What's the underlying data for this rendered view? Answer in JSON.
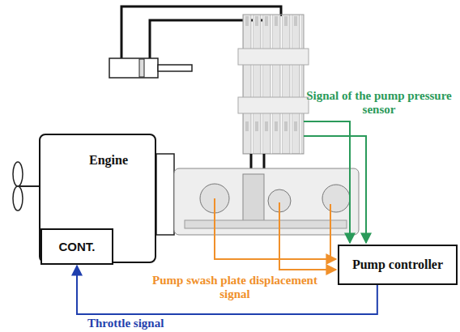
{
  "diagram": {
    "nodes": [
      {
        "text": [
          "Engine"
        ]
      },
      {
        "text": [
          "CONT."
        ],
        "in": 0
      },
      {
        "text": [
          "Pump controller"
        ]
      }
    ],
    "edges": [
      {
        "from": 2,
        "to": 1,
        "arrow": "to",
        "label": "Throttle signal"
      }
    ],
    "labels": [
      "Signal of the pump pressure sensor",
      "Pump swash plate displacement signal"
    ]
  }
}
